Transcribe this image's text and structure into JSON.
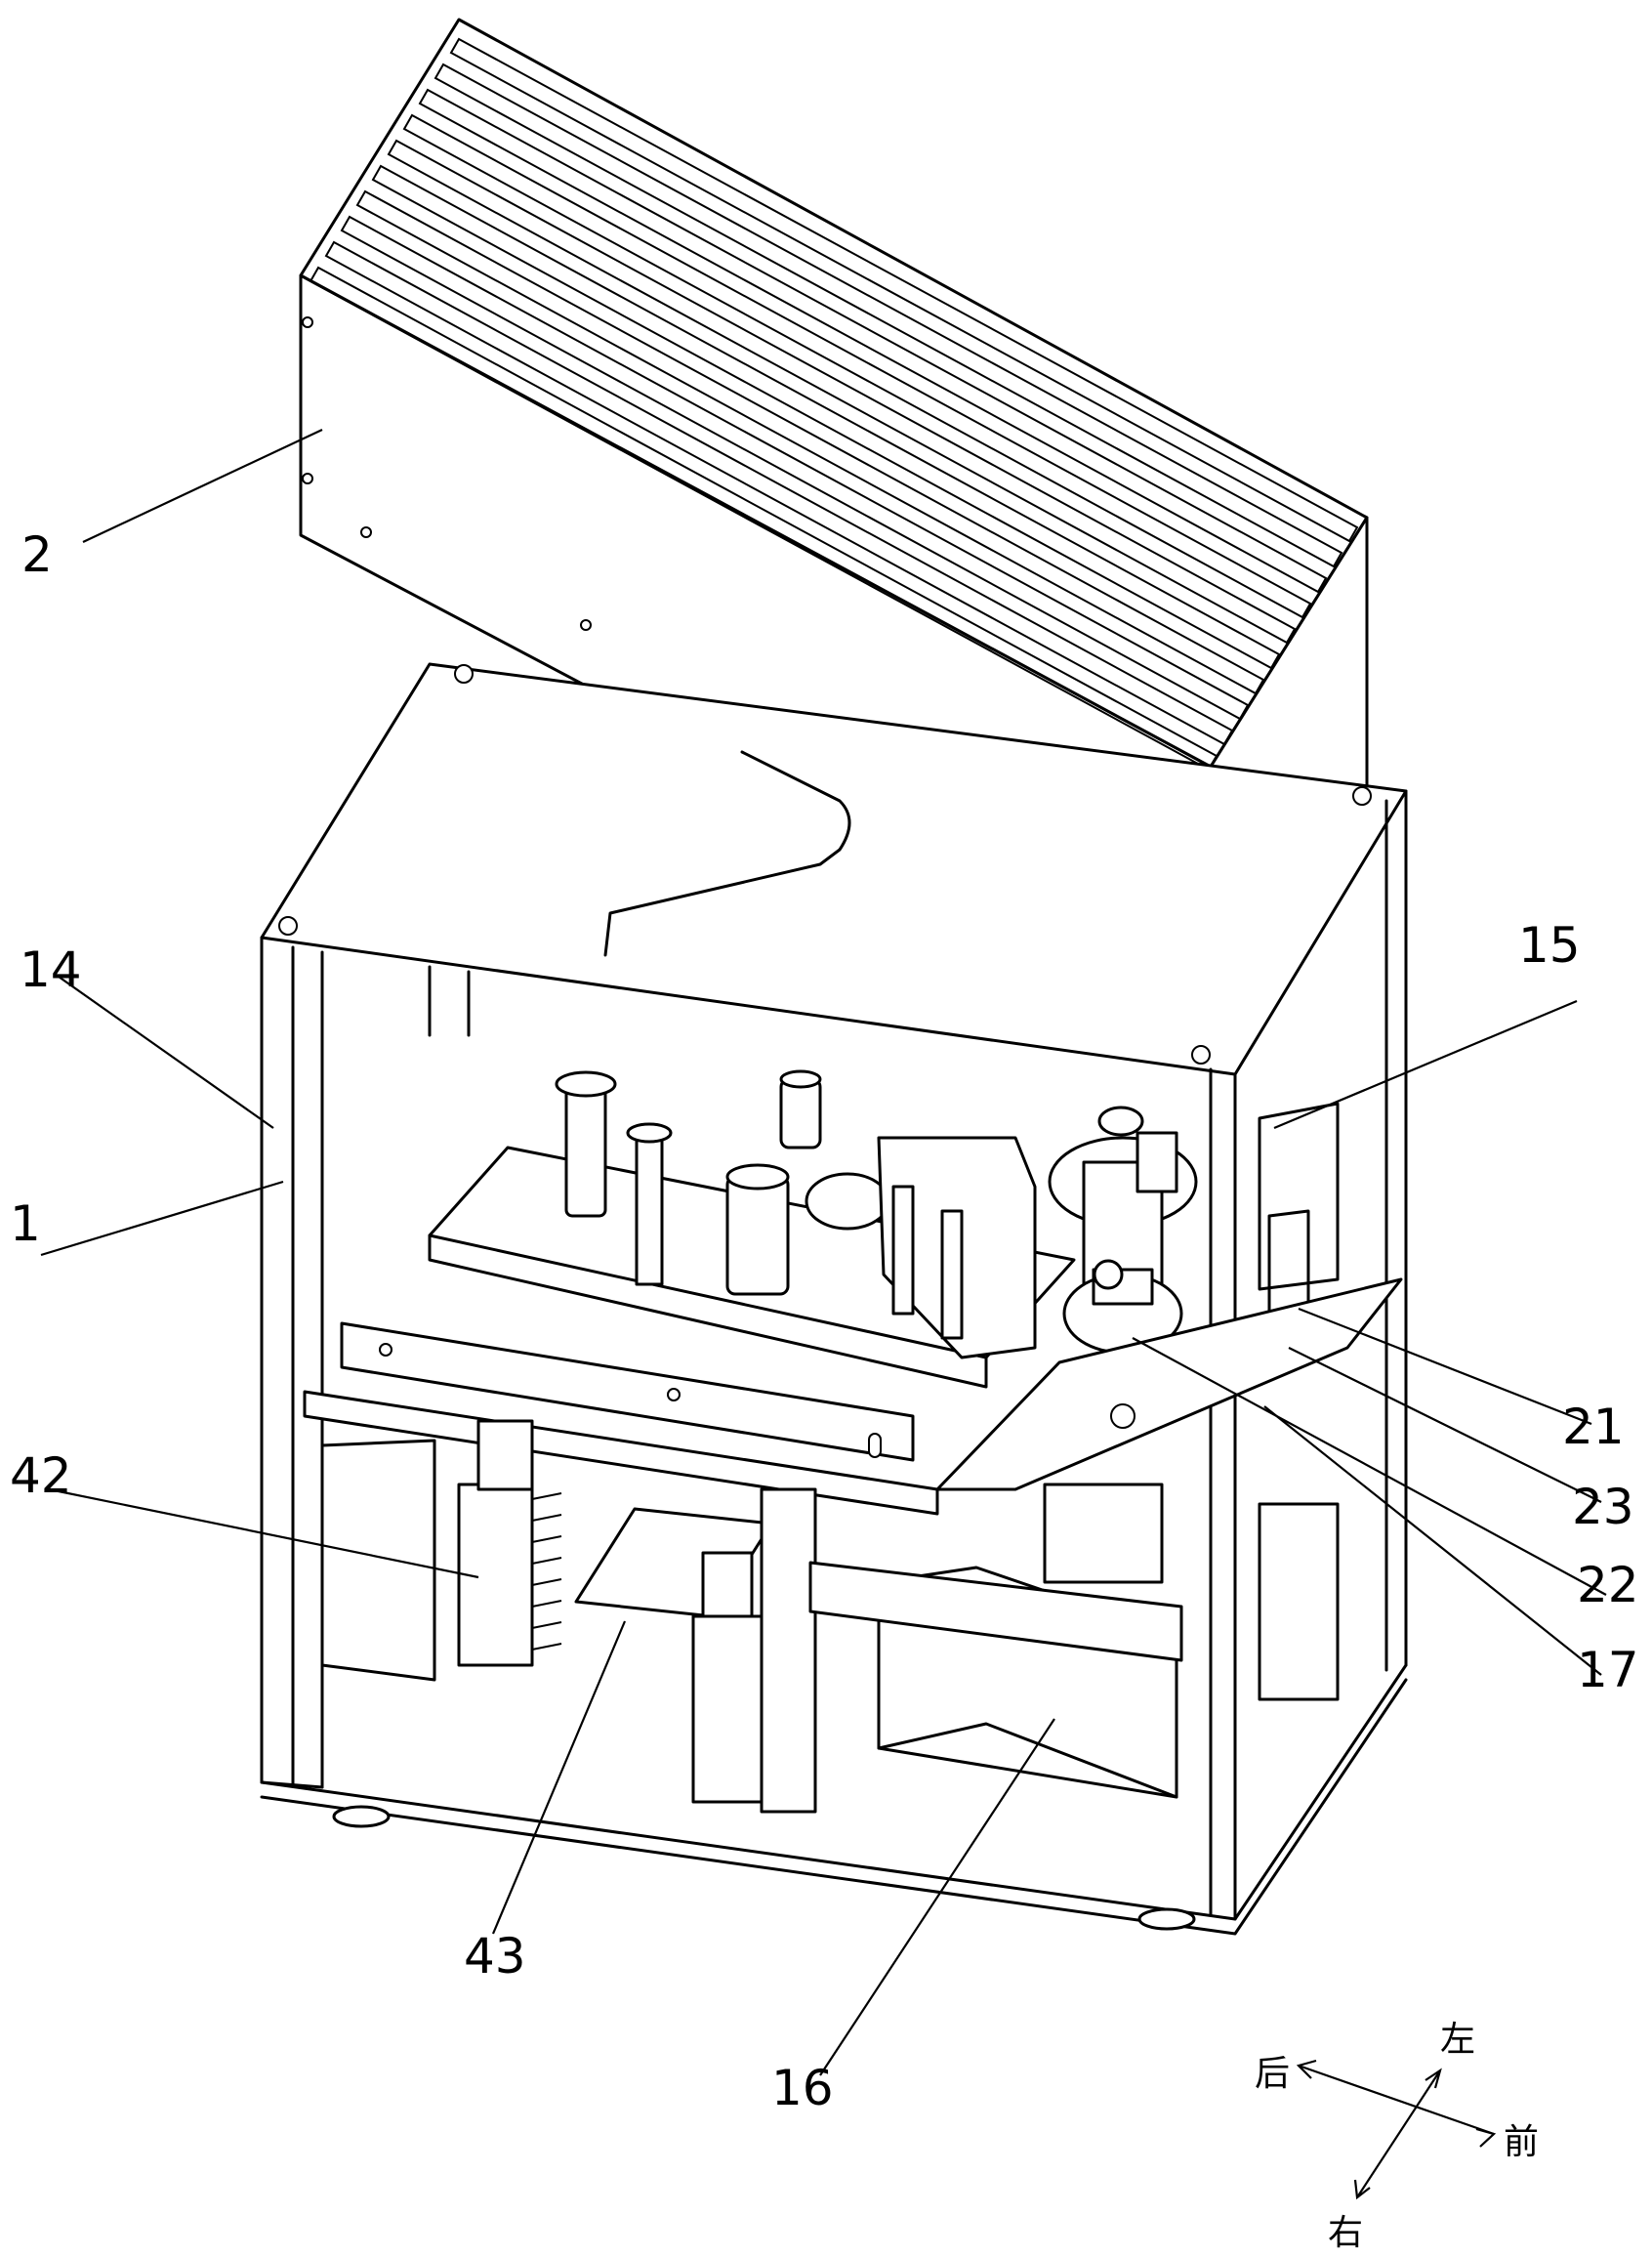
{
  "callouts": [
    {
      "id": "c2",
      "text": "2"
    },
    {
      "id": "c14",
      "text": "14"
    },
    {
      "id": "c1",
      "text": "1"
    },
    {
      "id": "c15",
      "text": "15"
    },
    {
      "id": "c21",
      "text": "21"
    },
    {
      "id": "c23",
      "text": "23"
    },
    {
      "id": "c22",
      "text": "22"
    },
    {
      "id": "c17",
      "text": "17"
    },
    {
      "id": "c42",
      "text": "42"
    },
    {
      "id": "c43",
      "text": "43"
    },
    {
      "id": "c16",
      "text": "16"
    }
  ],
  "orientation": {
    "left": "左",
    "back": "后",
    "front": "前",
    "right": "右"
  }
}
